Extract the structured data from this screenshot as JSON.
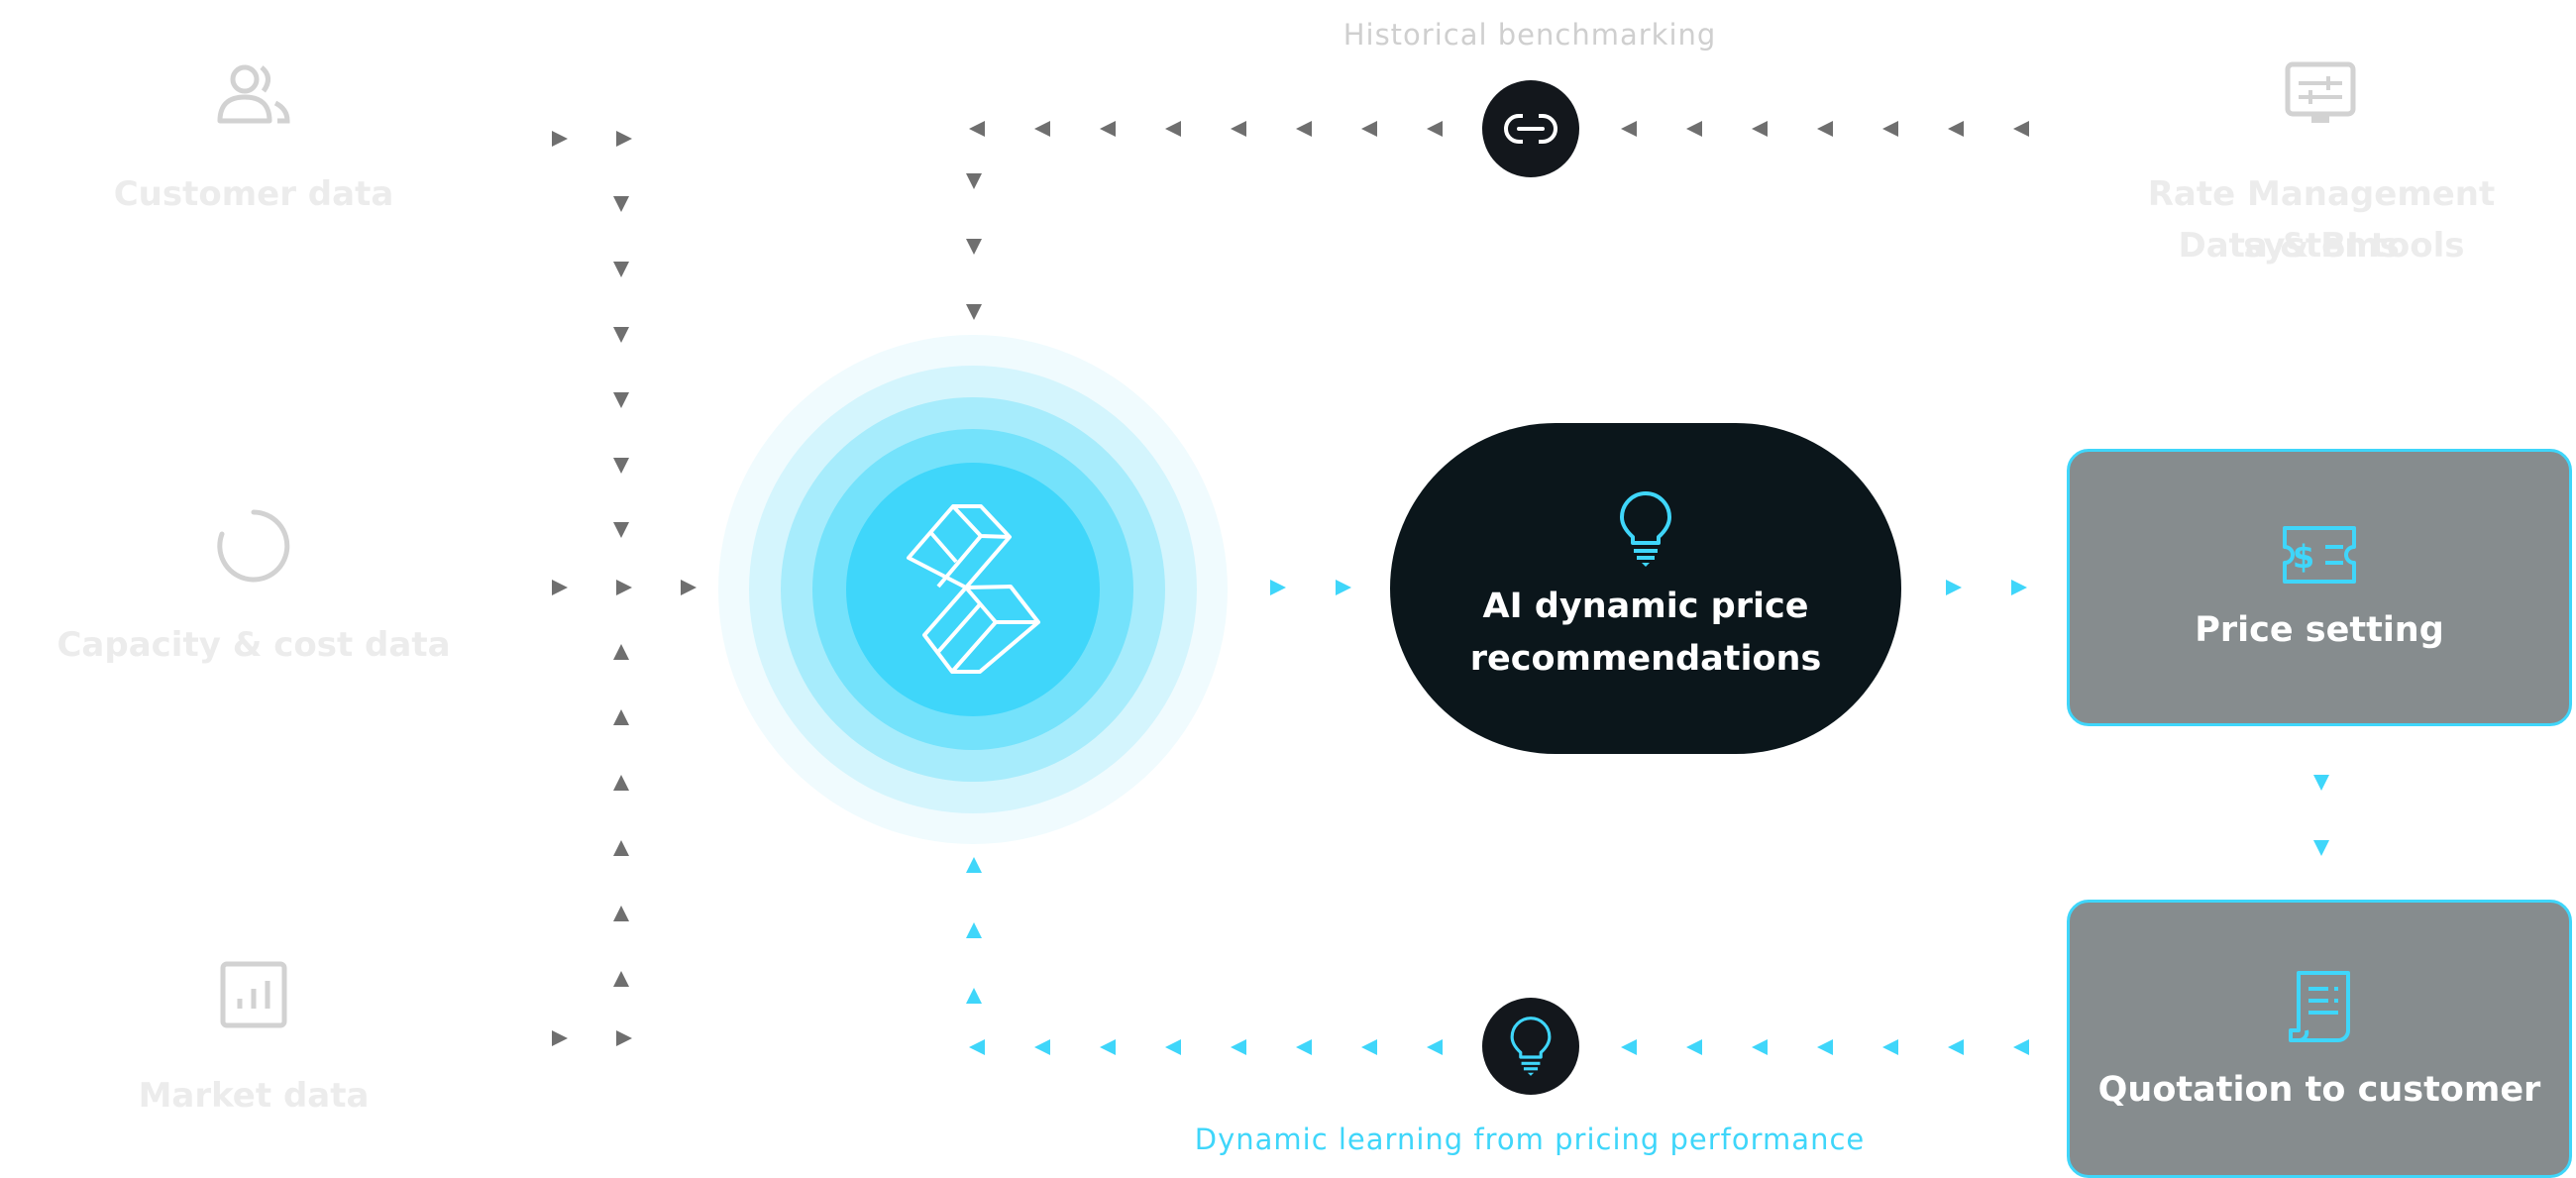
{
  "colors": {
    "accent": "#3fd6fa",
    "dark": "#0b161b",
    "arrow_gray": "#6f6f6f",
    "box_gray": "#868c8e",
    "muted_text": "#ececec"
  },
  "sources": [
    {
      "label": "Customer data",
      "icon": "users-icon"
    },
    {
      "label": "Capacity & cost data",
      "icon": "loading-ring-icon"
    },
    {
      "label": "Market data",
      "icon": "bar-chart-icon"
    }
  ],
  "rate_systems": {
    "icon": "settings-monitor-icon",
    "line1": "Rate Management systems",
    "line2": "Data & BI tools"
  },
  "top_label": "Historical benchmarking",
  "top_badge_icon": "link-icon",
  "center_logo_icon": "cube-logo-icon",
  "ai_box": {
    "icon": "lightbulb-icon",
    "line1": "AI dynamic price",
    "line2": "recommendations"
  },
  "price_setting": {
    "icon": "dollar-tag-icon",
    "label": "Price setting"
  },
  "quotation": {
    "icon": "receipt-icon",
    "label": "Quotation to customer"
  },
  "bottom_label": "Dynamic learning from pricing performance",
  "bottom_badge_icon": "lightbulb-icon"
}
